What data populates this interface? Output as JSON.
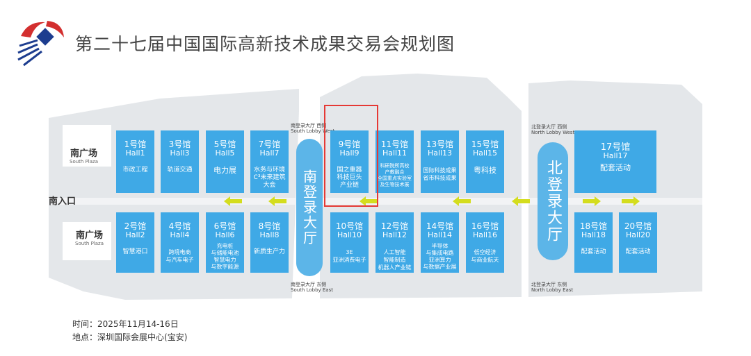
{
  "title": "第二十七届中国国际高新技术成果交易会规划图",
  "plaza_south_top": {
    "cn": "南广场",
    "en": "South Plaza"
  },
  "plaza_south_bottom": {
    "cn": "南广场",
    "en": "South Plaza"
  },
  "south_entrance": "南入口",
  "south_lobby": "南登录大厅",
  "north_lobby": "北登录大厅",
  "labels": {
    "south_west_cn": "南登录大厅 西侧",
    "south_west_en": "South Lobby West",
    "south_east_cn": "南登录大厅 东侧",
    "south_east_en": "South Lobby East",
    "north_west_cn": "北登录大厅 西侧",
    "north_west_en": "North Lobby West",
    "north_east_cn": "北登录大厅 东侧",
    "north_east_en": "North Lobby East"
  },
  "halls_top": [
    {
      "cn": "1号馆",
      "en": "Hall1",
      "text": "市政工程"
    },
    {
      "cn": "3号馆",
      "en": "Hall3",
      "text": "轨道交通"
    },
    {
      "cn": "5号馆",
      "en": "Hall5",
      "text": "电力展"
    },
    {
      "cn": "7号馆",
      "en": "Hall7",
      "text": "水务与环境\nC³未来建筑\n大会"
    },
    {
      "cn": "9号馆",
      "en": "Hall9",
      "text": "国之重器\n科技巨头\n产业链"
    },
    {
      "cn": "11号馆",
      "en": "Hall11",
      "text": "科研院所高校\n产教融合\n全国重点实验室\n及生物技术展"
    },
    {
      "cn": "13号馆",
      "en": "Hall13",
      "text": "国际科技成果\n省市科技成果"
    },
    {
      "cn": "15号馆",
      "en": "Hall15",
      "text": "粤科技"
    },
    {
      "cn": "17号馆",
      "en": "Hall17",
      "text": "配套活动"
    }
  ],
  "halls_bottom": [
    {
      "cn": "2号馆",
      "en": "Hall2",
      "text": "智慧港口"
    },
    {
      "cn": "4号馆",
      "en": "Hall4",
      "text": "跨境电商\n与汽车电子"
    },
    {
      "cn": "6号馆",
      "en": "Hall6",
      "text": "充电桩\n与储能电池\n智慧电力\n与数字能源"
    },
    {
      "cn": "8号馆",
      "en": "Hall8",
      "text": "新质生产力"
    },
    {
      "cn": "10号馆",
      "en": "Hall10",
      "text": "3E\n亚洲消费电子"
    },
    {
      "cn": "12号馆",
      "en": "Hall12",
      "text": "人工智能\n智能制造\n机器人产业链"
    },
    {
      "cn": "14号馆",
      "en": "Hall14",
      "text": "半导体\n与集成电路\n亚洲算力\n与数据产业展"
    },
    {
      "cn": "16号馆",
      "en": "Hall16",
      "text": "低空经济\n与商业航天"
    },
    {
      "cn": "18号馆",
      "en": "Hall18",
      "text": "配套活动"
    },
    {
      "cn": "20号馆",
      "en": "Hall20",
      "text": "配套活动"
    }
  ],
  "footer": {
    "time_label": "时间：",
    "time_value": "2025年11月14-16日",
    "place_label": "地点：",
    "place_value": "深圳国际会展中心(宝安)"
  },
  "colors": {
    "hall": "#3fa9e6",
    "lobby": "#5cb5e8",
    "arrow": "#d4dd1e",
    "highlight": "#e53935",
    "site": "#e4e7ea"
  }
}
